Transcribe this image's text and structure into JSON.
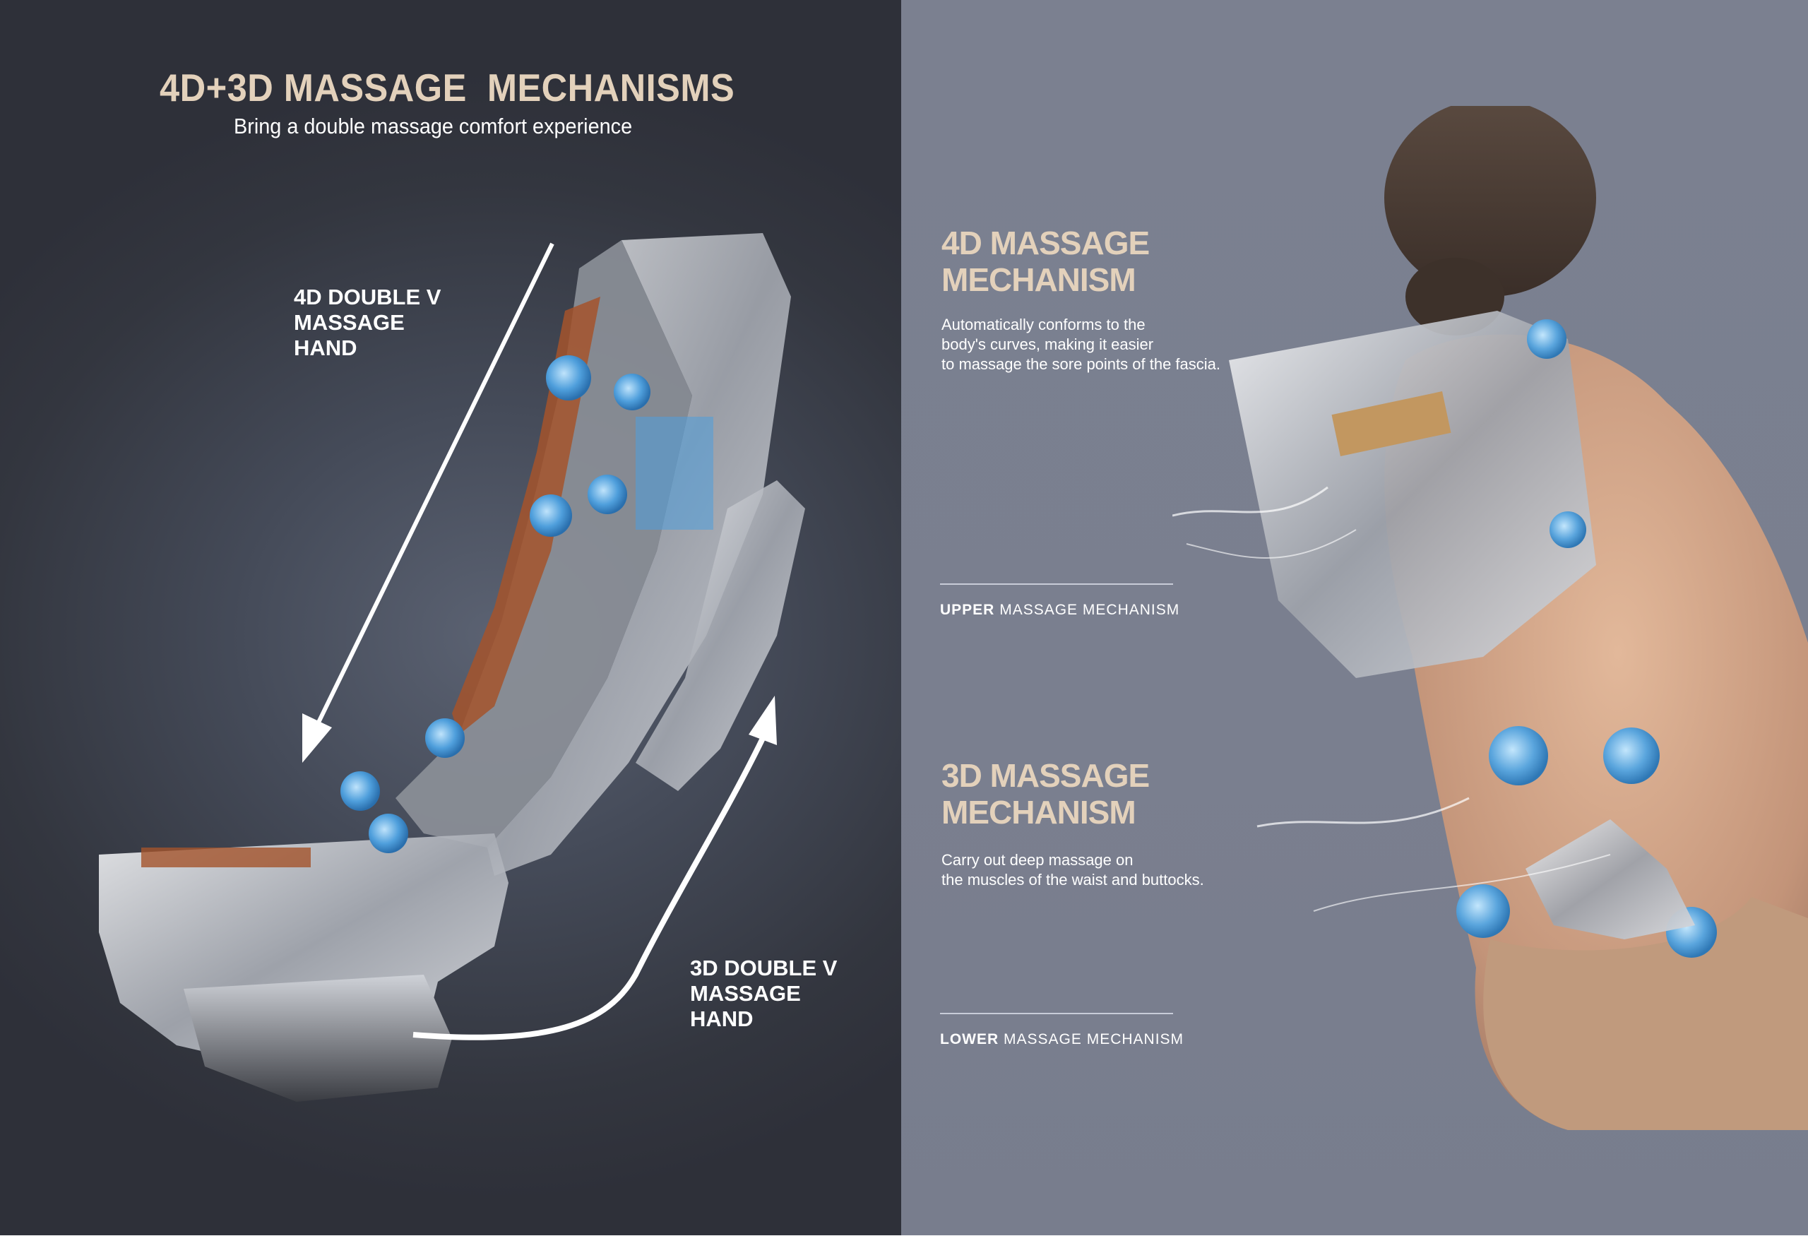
{
  "left": {
    "title": "4D+3D MASSAGE  MECHANISMS",
    "subtitle": "Bring a double massage comfort experience",
    "upper_hand_label": [
      "4D DOUBLE V",
      "MASSAGE",
      "HAND"
    ],
    "lower_hand_label": [
      "3D DOUBLE V",
      "MASSAGE",
      "HAND"
    ],
    "illustration": "massage-chair-frame-cutaway"
  },
  "right": {
    "sections": [
      {
        "title": [
          "4D MASSAGE",
          "MECHANISM"
        ],
        "description": [
          "Automatically conforms to the",
          "body's curves, making it easier",
          "to massage the sore points of the fascia."
        ],
        "caption_bold": "UPPER",
        "caption_rest": "MASSAGE  MECHANISM"
      },
      {
        "title": [
          "3D MASSAGE",
          "MECHANISM"
        ],
        "description": [
          "Carry out deep massage on",
          "the muscles of the waist and buttocks."
        ],
        "caption_bold": "LOWER",
        "caption_rest": "MASSAGE  MECHANISM"
      }
    ],
    "illustration": "woman-back-with-massage-mechanisms"
  },
  "colors": {
    "accent_title": "#e3d1bb",
    "left_bg": "#2f323b",
    "right_bg": "#7b7f8f",
    "roller_blue": "#5aa5dd"
  }
}
